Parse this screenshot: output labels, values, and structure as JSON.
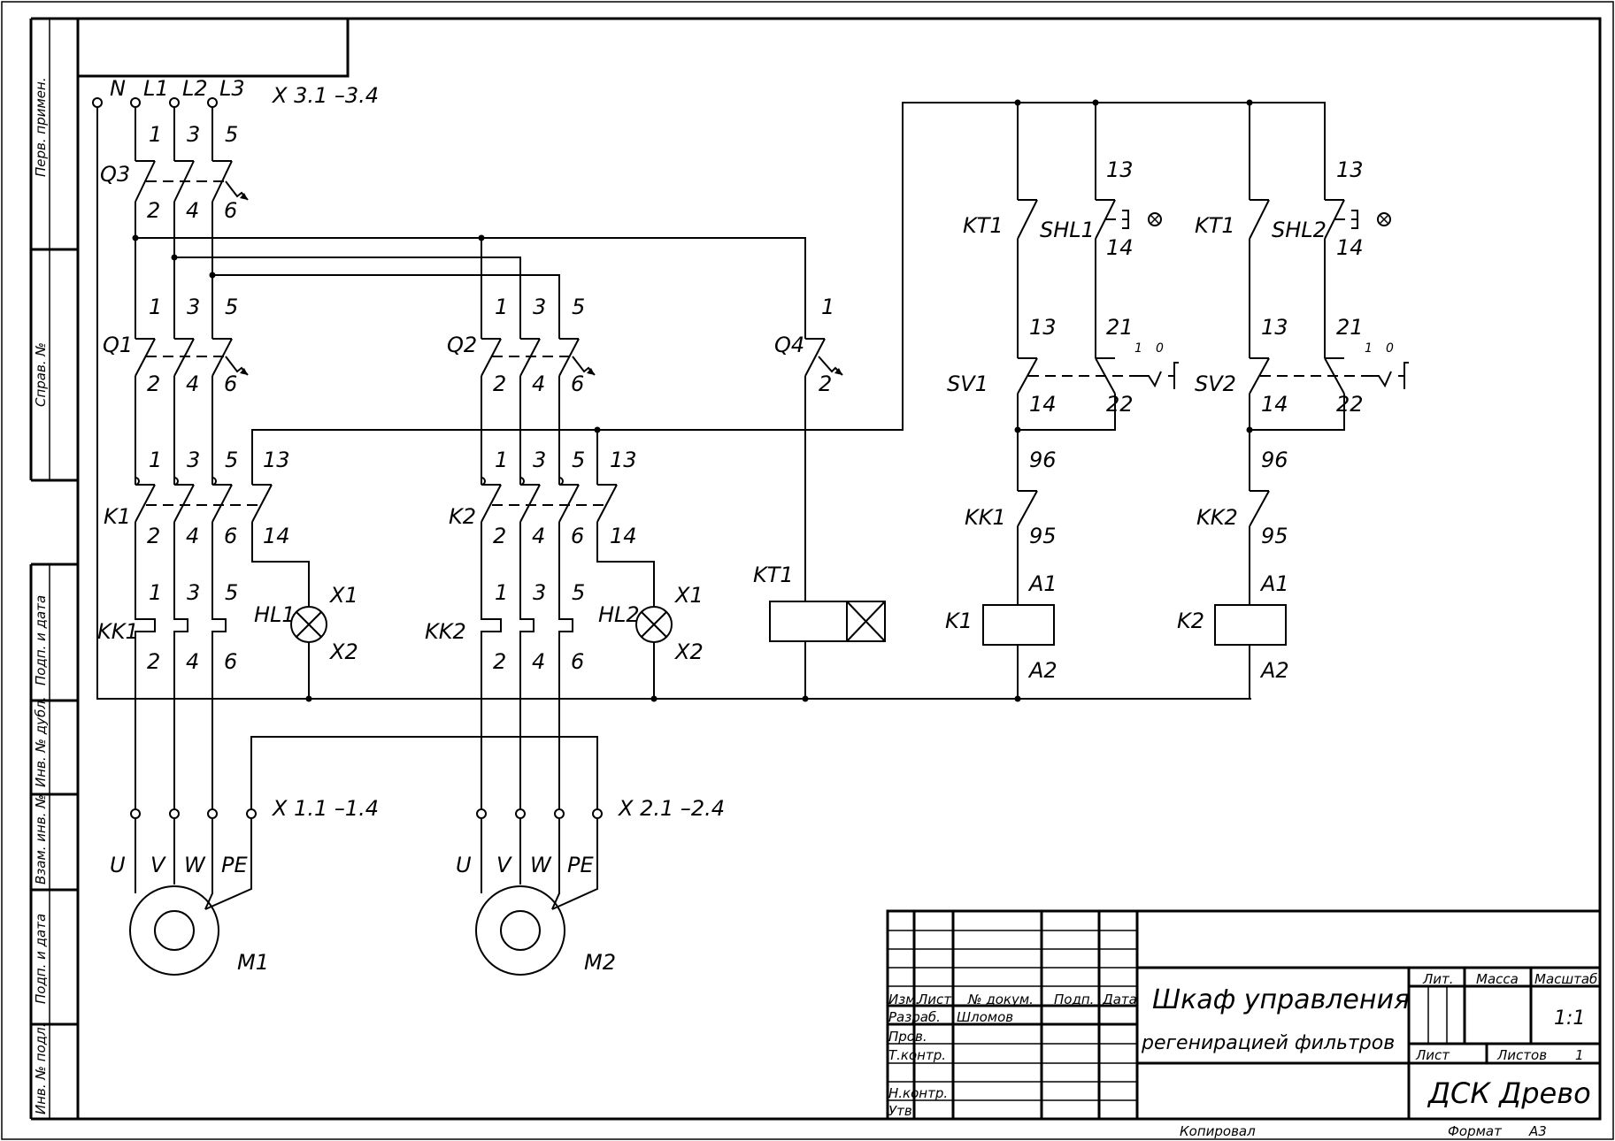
{
  "diagram": {
    "side_stamps": [
      "Перв. примен.",
      "Справ. №",
      "Подп. и дата",
      "Инв. № дубл.",
      "Взам. инв. №",
      "Подп. и дата",
      "Инв. № подл."
    ],
    "supply": {
      "phases": [
        "N",
        "L1",
        "L2",
        "L3"
      ],
      "terminal": "X 3.1 –3.4"
    },
    "breakers": {
      "q3": "Q3",
      "q1": "Q1",
      "q2": "Q2",
      "q4": "Q4"
    },
    "pins": {
      "p1": "1",
      "p2": "2",
      "p3": "3",
      "p4": "4",
      "p5": "5",
      "p6": "6",
      "p13": "13",
      "p14": "14",
      "p21": "21",
      "p22": "22",
      "p95": "95",
      "p96": "96",
      "a1": "A1",
      "a2": "A2",
      "x1": "X1",
      "x2": "X2",
      "sw1": "1",
      "sw0": "0"
    },
    "contactors": {
      "k1": "K1",
      "k2": "K2"
    },
    "thermal": {
      "kk1": "KK1",
      "kk2": "KK2"
    },
    "lamps": {
      "hl1": "HL1",
      "hl2": "HL2"
    },
    "timer": {
      "kt1": "KT1"
    },
    "pushbuttons": {
      "shl1": "SHL1",
      "shl2": "SHL2"
    },
    "selectors": {
      "sv1": "SV1",
      "sv2": "SV2"
    },
    "motor_terminals": {
      "x1": "X 1.1 –1.4",
      "x2": "X 2.1 –2.4",
      "phases": [
        "U",
        "V",
        "W",
        "PE"
      ]
    },
    "motors": {
      "m1": "M1",
      "m2": "M2"
    }
  },
  "title_block": {
    "headers": {
      "izm": "Изм.",
      "list": "Лист",
      "doc_no": "№ докум.",
      "sign": "Подп.",
      "date": "Дата"
    },
    "roles": {
      "razrab": "Разраб.",
      "prov": "Пров.",
      "tkontr": "Т.контр.",
      "nkontr": "Н.контр.",
      "utv": "Утв."
    },
    "developer": "Шломов",
    "title_line1": "Шкаф управления",
    "title_line2": "регенирацией фильтров",
    "lit": "Лит.",
    "mass": "Масса",
    "scale_label": "Масштаб",
    "scale": "1:1",
    "sheet": "Лист",
    "sheets": "Листов",
    "sheets_count": "1",
    "organization": "ДСК Древо",
    "copied": "Копировал",
    "format_label": "Формат",
    "format": "А3"
  }
}
